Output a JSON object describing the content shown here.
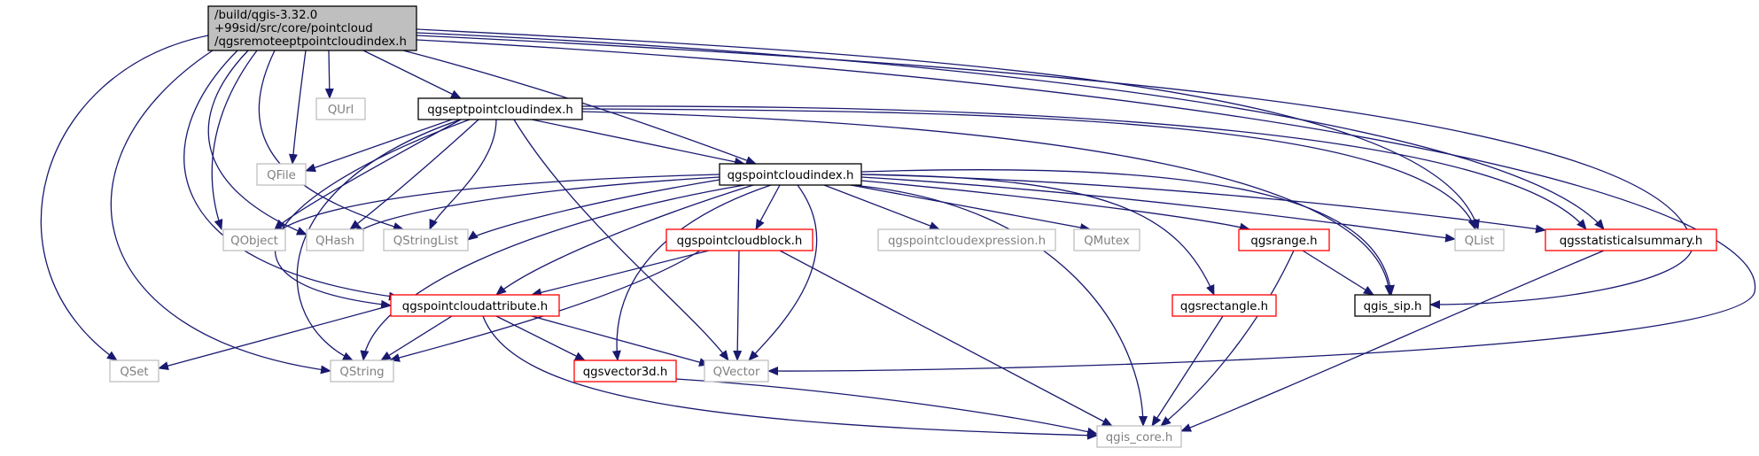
{
  "root_node": {
    "lines": [
      "/build/qgis-3.32.0",
      "+99sid/src/core/pointcloud",
      "/qgsremoteeptpointcloudindex.h"
    ]
  },
  "nodes": {
    "qurl": "QUrl",
    "qgseptpointcloudindex": "qgseptpointcloudindex.h",
    "qfile": "QFile",
    "qgspointcloudindex": "qgspointcloudindex.h",
    "qobject": "QObject",
    "qhash": "QHash",
    "qstringlist": "QStringList",
    "qgspointcloudblock": "qgspointcloudblock.h",
    "qgspointcloudexpression": "qgspointcloudexpression.h",
    "qmutex": "QMutex",
    "qlist": "QList",
    "qgsrange": "qgsrange.h",
    "qgsstatisticalsummary": "qgsstatisticalsummary.h",
    "qgsrectangle": "qgsrectangle.h",
    "qgis_sip": "qgis_sip.h",
    "qgspointcloudattribute": "qgspointcloudattribute.h",
    "qset": "QSet",
    "qstring": "QString",
    "qgsvector3d": "qgsvector3d.h",
    "qvector": "QVector",
    "qgis_core": "qgis_core.h"
  },
  "styles": {
    "edge_color": "#191970",
    "root_fill": "#bfbfbf",
    "root_border": "#000000",
    "documented_border": "#000000",
    "partial_border": "#ff0000",
    "external_border": "#bfbfbf",
    "text_color": "#000000"
  }
}
